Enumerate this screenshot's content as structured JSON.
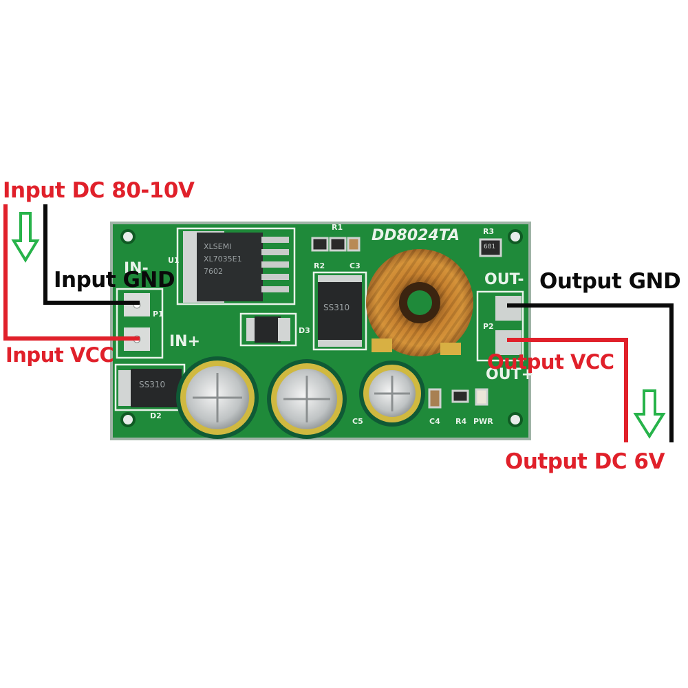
{
  "board": {
    "model": "DD8024TA",
    "silkscreen": {
      "in_minus": "IN-",
      "in_plus": "IN+",
      "out_minus": "OUT-",
      "out_plus": "OUT+",
      "p1": "P1",
      "p2": "P2",
      "u1": "U1",
      "r1": "R1",
      "r2": "R2",
      "r3": "R3",
      "r4": "R4",
      "c3": "C3",
      "c4": "C4",
      "c5": "C5",
      "d2": "D2",
      "d3": "D3",
      "pwr": "PWR"
    },
    "chip_marking": [
      "XLSEMI",
      "XL7035E1",
      "7602"
    ],
    "diode_marking": "SS310",
    "resistor_marking": "681",
    "colors": {
      "pcb": "#1f8a3a",
      "wire_vcc": "#e0202a",
      "wire_gnd": "#0a0a0a",
      "arrow": "#27b34a"
    }
  },
  "labels": {
    "input_dc": "Input DC 80-10V",
    "input_gnd": "Input GND",
    "input_vcc": "Input VCC",
    "output_gnd": "Output GND",
    "output_vcc": "Output VCC",
    "output_dc": "Output DC 6V"
  },
  "icons": {
    "input_arrow": "down-arrow-icon",
    "output_arrow": "down-arrow-icon"
  }
}
